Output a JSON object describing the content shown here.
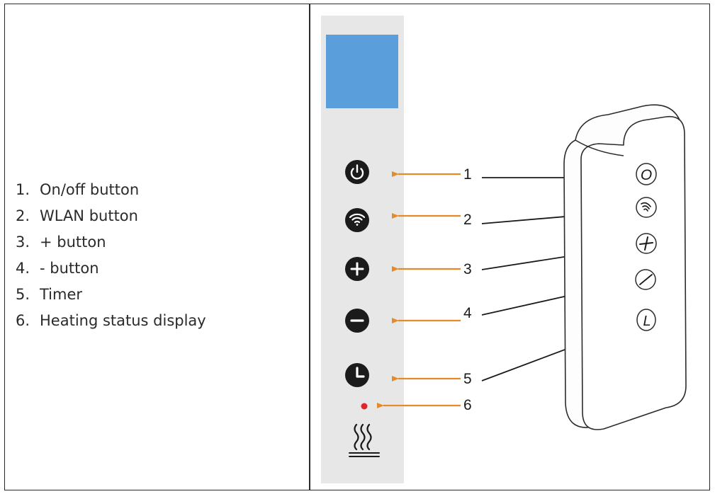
{
  "legend": {
    "items": [
      {
        "number": "1.",
        "label": "On/off button"
      },
      {
        "number": "2.",
        "label": "WLAN button"
      },
      {
        "number": "3.",
        "label": "+ button"
      },
      {
        "number": "4.",
        "label": "- button"
      },
      {
        "number": "5.",
        "label": "Timer"
      },
      {
        "number": "6.",
        "label": "Heating status display"
      }
    ]
  },
  "callouts": [
    "1",
    "2",
    "3",
    "4",
    "5",
    "6"
  ],
  "remote_labels": {
    "on_off": "O",
    "timer": "L"
  },
  "colors": {
    "panel": "#e7e7e7",
    "display": "#5a9fdc",
    "button": "#1b1b1b",
    "arrow_orange": "#e58a2b",
    "status_led": "#e02626",
    "outline": "#2b2b2b"
  }
}
